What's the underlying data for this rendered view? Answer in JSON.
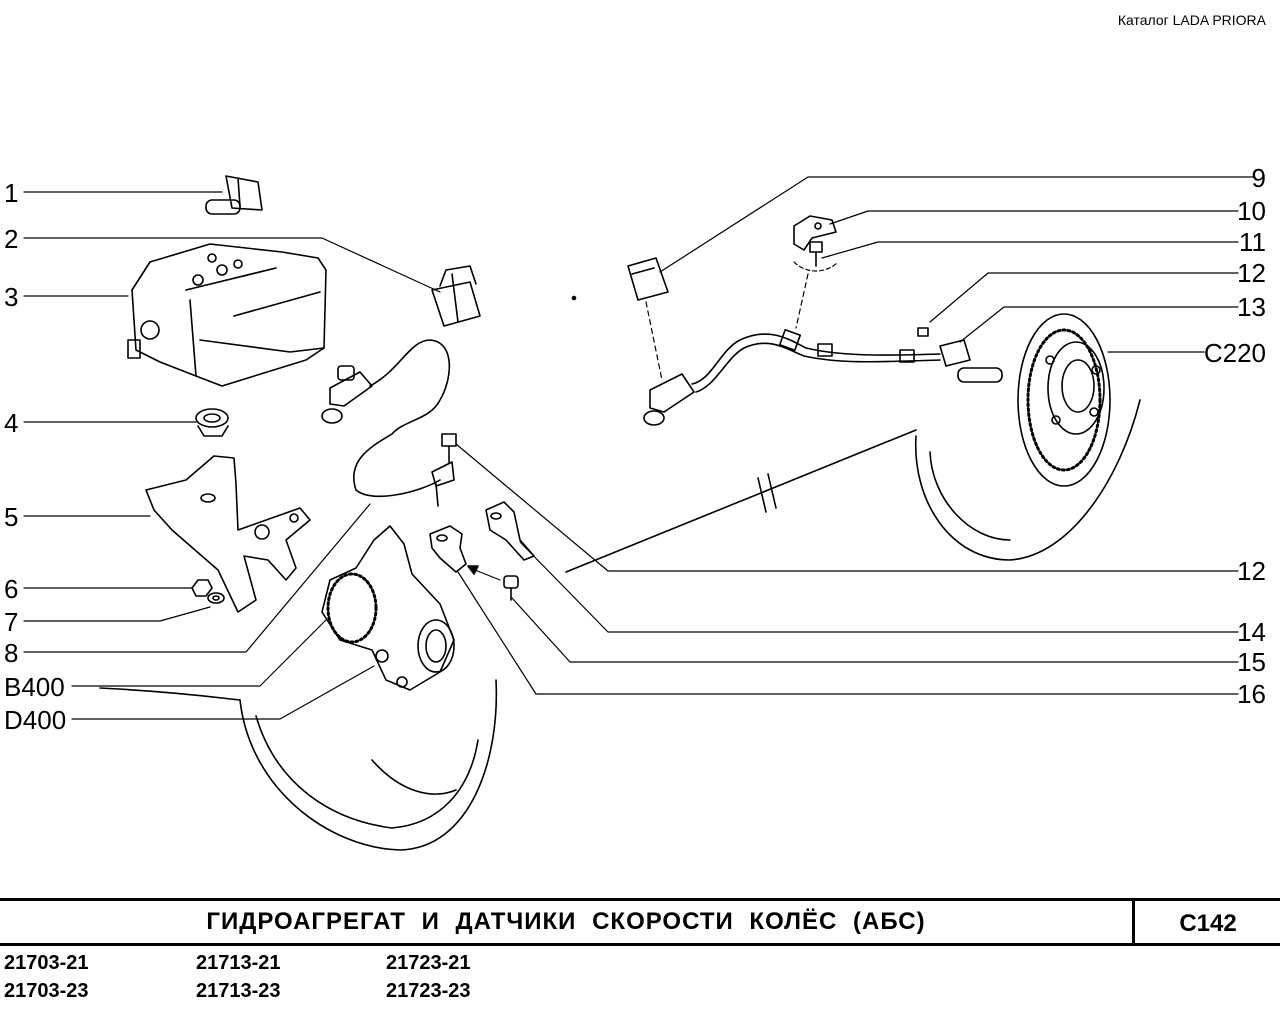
{
  "header": {
    "catalog": "Каталог  LADA  PRIORA"
  },
  "callouts_left": [
    "1",
    "2",
    "3",
    "4",
    "5",
    "6",
    "7",
    "8",
    "B400",
    "D400"
  ],
  "callouts_right": [
    "9",
    "10",
    "11",
    "12",
    "13",
    "C220",
    "12",
    "14",
    "15",
    "16"
  ],
  "footer": {
    "title": "ГИДРОАГРЕГАТ  И  ДАТЧИКИ  СКОРОСТИ  КОЛЁС  (АБС)",
    "code": "C142",
    "models": [
      [
        "21703-21",
        "21713-21",
        "21723-21"
      ],
      [
        "21703-23",
        "21713-23",
        "21723-23"
      ]
    ]
  }
}
